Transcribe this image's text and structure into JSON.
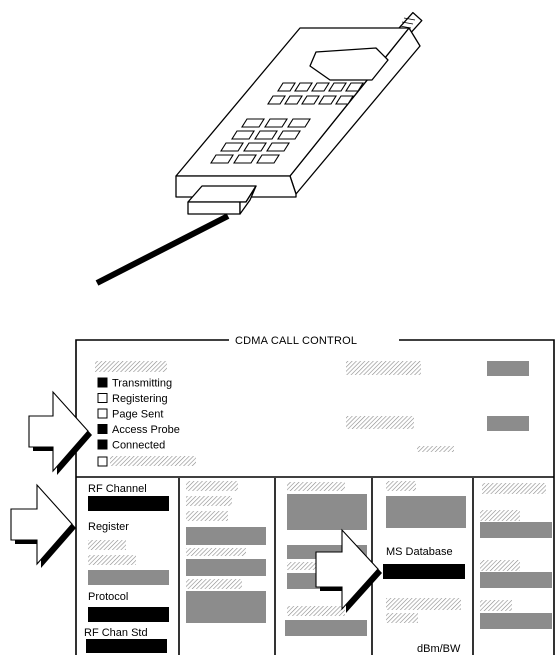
{
  "panel": {
    "title": "CDMA CALL CONTROL",
    "status_indicators": [
      {
        "label": "Transmitting",
        "active": true
      },
      {
        "label": "Registering",
        "active": false
      },
      {
        "label": "Page Sent",
        "active": false
      },
      {
        "label": "Access Probe",
        "active": true
      },
      {
        "label": "Connected",
        "active": true
      }
    ],
    "fields": {
      "rf_channel": "RF Channel",
      "register": "Register",
      "protocol": "Protocol",
      "rf_chan_std": "RF Chan Std",
      "ms_database": "MS Database",
      "units": "dBm/BW"
    }
  },
  "icons": [
    "cellular-phone-icon",
    "pointer-arrow-icon"
  ]
}
